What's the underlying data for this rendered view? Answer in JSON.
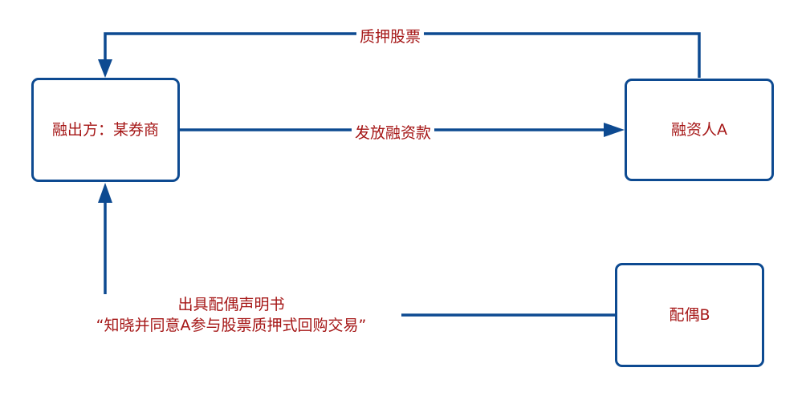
{
  "colors": {
    "line": "#0d4a91",
    "text": "#a51616",
    "background": "#ffffff"
  },
  "nodes": {
    "lender": "融出方：某券商",
    "borrower": "融资人A",
    "spouse": "配偶B"
  },
  "edges": {
    "pledge": "质押股票",
    "release": "发放融资款",
    "statement_line1": "出具配偶声明书",
    "statement_line2": "“知晓并同意A参与股票质押式回购交易”"
  }
}
